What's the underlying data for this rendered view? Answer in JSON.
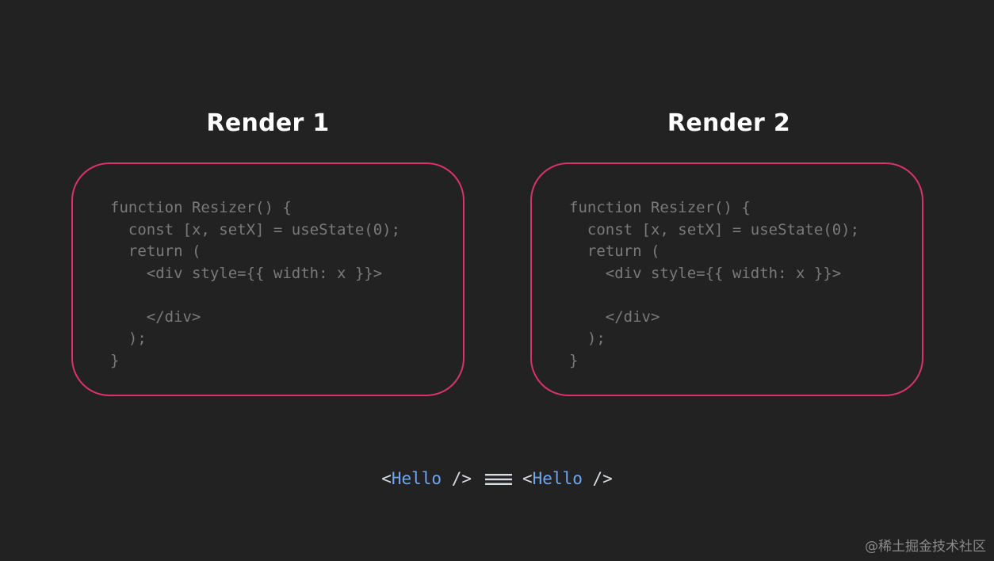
{
  "renders": [
    {
      "title": "Render 1",
      "code_lines": [
        "function Resizer() {",
        "  const [x, setX] = useState(0);",
        "  return (",
        "    <div style={{ width: x }}>",
        "",
        "    </div>",
        "  );",
        "}"
      ]
    },
    {
      "title": "Render 2",
      "code_lines": [
        "function Resizer() {",
        "  const [x, setX] = useState(0);",
        "  return (",
        "    <div style={{ width: x }}>",
        "",
        "    </div>",
        "  );",
        "}"
      ]
    }
  ],
  "equation": {
    "left": {
      "open": "<",
      "name": "Hello",
      "close": " />"
    },
    "operator": "equals",
    "right": {
      "open": "<",
      "name": "Hello",
      "close": " />"
    }
  },
  "watermark": "@稀土掘金技术社区",
  "colors": {
    "background": "#222223",
    "box_border": "#d9326c",
    "code_text": "#7a7a7a",
    "component_name": "#6fa6ef"
  }
}
